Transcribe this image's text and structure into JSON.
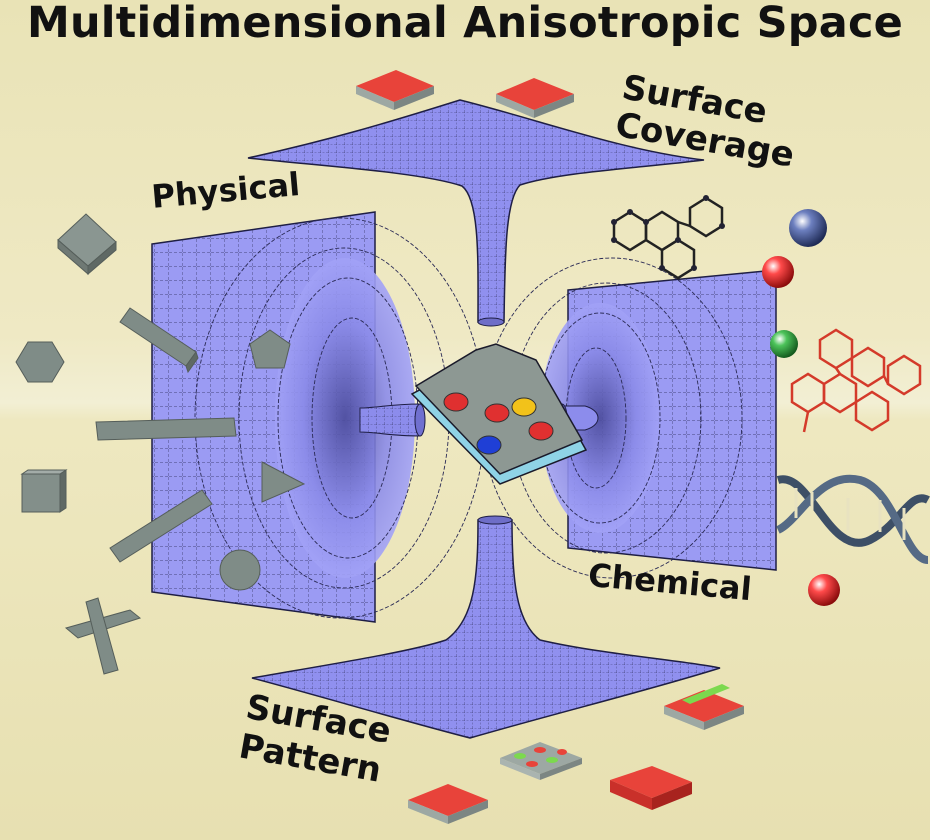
{
  "title": "Multidimensional Anisotropic Space",
  "labels": {
    "physical": "Physical",
    "surface_coverage_line1": "Surface",
    "surface_coverage_line2": "Coverage",
    "chemical": "Chemical",
    "surface_pattern_line1": "Surface",
    "surface_pattern_line2": "Pattern"
  },
  "colors": {
    "background": "#ebe5b8",
    "warp_fill": "#8f8ff0",
    "grid_line": "#2a2a55",
    "shape_gray": "#7f8c87",
    "chip_red": "#e8433a",
    "chip_green": "#7cd94e",
    "chip_base": "#9da8a3",
    "substrate_top": "#8d9893",
    "substrate_edge": "#a8d8e8",
    "dot_red": "#e03030",
    "dot_yellow": "#f2c21a",
    "dot_blue": "#1f3fd6",
    "molecule_dark": "#222222",
    "molecule_red": "#d43a2a",
    "sphere_blue": "#3c4f8c",
    "sphere_red": "#e02020",
    "sphere_green": "#2f9a3a",
    "dna": "#3d4f66"
  }
}
